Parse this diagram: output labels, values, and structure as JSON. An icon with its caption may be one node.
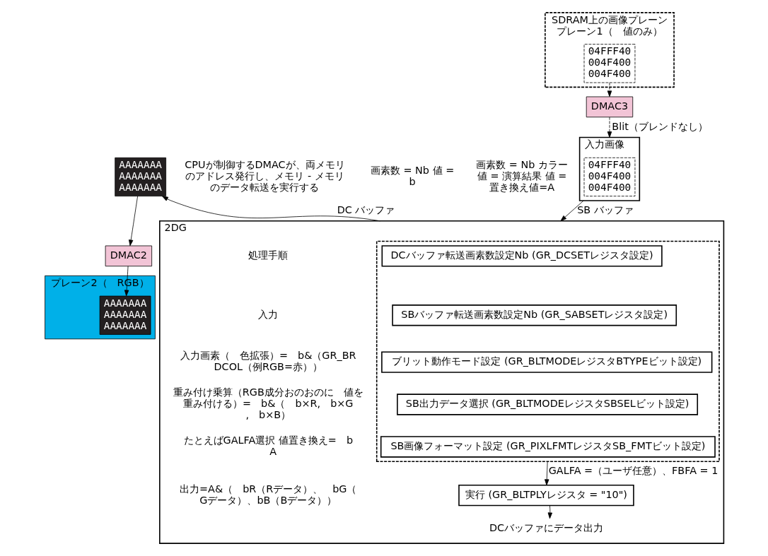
{
  "diagram": {
    "nodes": [
      {
        "text": [
          "SDRAM上の画像プレーン",
          "プレーン1（　値のみ）"
        ]
      },
      {
        "text": [
          "04FFF40",
          "004F400",
          "004F400"
        ],
        "in": 0
      },
      {
        "text": [
          "DMAC3"
        ]
      },
      {
        "text": [
          "入力画像"
        ]
      },
      {
        "text": [
          "04FFF40",
          "004F400",
          "004F400"
        ],
        "in": 3
      },
      {
        "text": [
          "2DG"
        ]
      },
      {
        "text": [],
        "shape": "box",
        "in": 5
      },
      {
        "text": [
          "DCバッファ転送画素数設定Nb (GR_DCSETレジスタ設定)"
        ],
        "in": 6
      },
      {
        "text": [
          "SBバッファ転送画素数設定Nb (GR_SABSETレジスタ設定)"
        ],
        "in": 6
      },
      {
        "text": [
          "ブリット動作モード設定 (GR_BLTMODEレジスタBTYPEビット設定)"
        ],
        "in": 6
      },
      {
        "text": [
          "SB出力データ選択 (GR_BLTMODEレジスタSBSELビット設定)"
        ],
        "in": 6
      },
      {
        "text": [
          "SB画像フォーマット設定 (GR_PIXLFMTレジスタSB_FMTビット設定)"
        ],
        "in": 6
      },
      {
        "text": [
          "実行 (GR_BLTPLYレジスタ = \"10\")"
        ],
        "in": 5
      },
      {
        "text": [
          "DCバッファにデータ出力"
        ],
        "in": 5
      },
      {
        "text": [
          "AAAAAAA",
          "AAAAAAA",
          "AAAAAAA"
        ],
        "beside": [
          "CPUが制御するDMACが、両メモリのアドレス発行し、メモリ - メモリのデータ転送を実行する"
        ]
      },
      {
        "text": [
          "DMAC2"
        ]
      },
      {
        "text": [
          "プレーン2（　RGB）"
        ]
      },
      {
        "text": [
          "AAAAAAA",
          "AAAAAAA",
          "AAAAAAA"
        ],
        "in": 16
      }
    ],
    "edges": [
      {
        "from": 1,
        "to": 2,
        "arrow": "to",
        "style": "dashed"
      },
      {
        "from": 2,
        "to": 3,
        "arrow": "to",
        "style": "dashed",
        "label": "Blit（ブレンドなし）"
      },
      {
        "from": 3,
        "to": 5,
        "arrow": "to",
        "label": "SB バッファ"
      },
      {
        "from": 6,
        "to": 12,
        "arrow": "to",
        "label": "GALFA =（ユーザ任意）、FBFA = 1"
      },
      {
        "from": 12,
        "to": 13,
        "arrow": "to"
      },
      {
        "from": 5,
        "to": 14,
        "arrow": "to",
        "label": "DC バッファ"
      },
      {
        "from": 14,
        "to": 15,
        "arrow": "to"
      },
      {
        "from": 15,
        "to": 17,
        "arrow": "to"
      }
    ],
    "labels": [
      "画素数 = Nb 値 = b",
      "画素数 = Nb カラー値 = 演算結果 値 = 置き換え値=A",
      "処理手順",
      "入力",
      "入力画素（　色拡張）=　b&（GR_BRDCOL（例RGB=赤））",
      "重み付け乗算（RGB成分おのおのに　値を重み付ける）=　b&（　b×R,　b×G,　b×B）",
      "たとえばGALFA選択 値置き換え=　b　A",
      "出力=A&（　bR（Rデータ）、　bG（Gデータ）、bB（Bデータ））"
    ]
  }
}
